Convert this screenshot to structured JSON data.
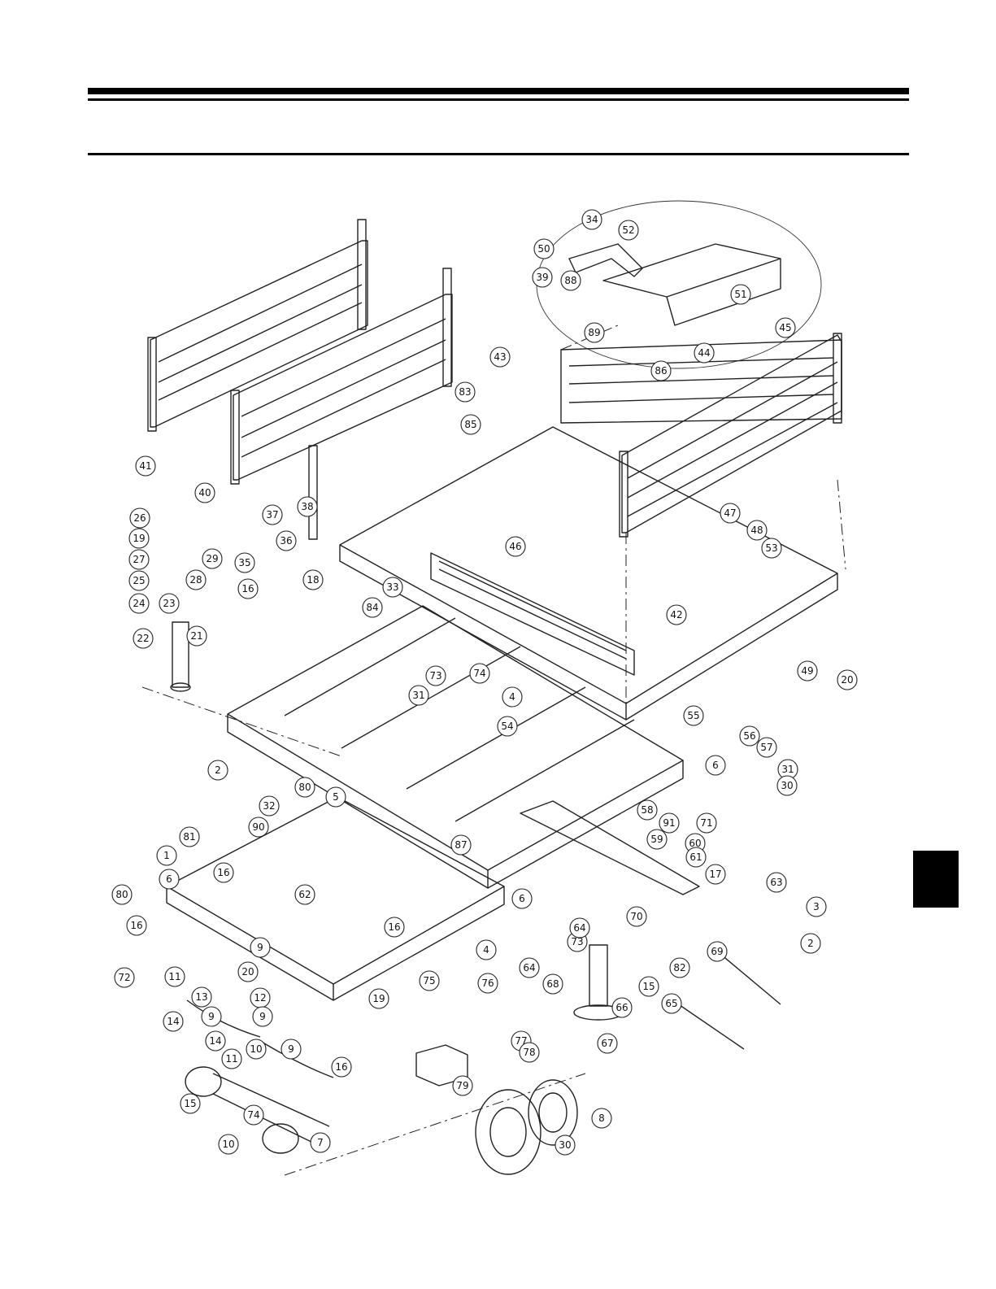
{
  "figure": {
    "description_kind": "exploded-parts-diagram",
    "callouts": [
      {
        "label": "34",
        "cx": 0,
        "cy": 0
      },
      {
        "label": "52"
      },
      {
        "label": "50"
      },
      {
        "label": "88"
      },
      {
        "label": "39"
      },
      {
        "label": "51"
      },
      {
        "label": "45"
      },
      {
        "label": "89"
      },
      {
        "label": "44"
      },
      {
        "label": "86"
      },
      {
        "label": "43"
      },
      {
        "label": "83"
      },
      {
        "label": "85"
      },
      {
        "label": "41"
      },
      {
        "label": "40"
      },
      {
        "label": "38"
      },
      {
        "label": "37"
      },
      {
        "label": "36"
      },
      {
        "label": "26"
      },
      {
        "label": "19"
      },
      {
        "label": "27"
      },
      {
        "label": "25"
      },
      {
        "label": "29"
      },
      {
        "label": "28"
      },
      {
        "label": "24"
      },
      {
        "label": "23"
      },
      {
        "label": "21"
      },
      {
        "label": "22"
      },
      {
        "label": "16"
      },
      {
        "label": "18"
      },
      {
        "label": "35"
      },
      {
        "label": "84"
      },
      {
        "label": "33"
      },
      {
        "label": "46"
      },
      {
        "label": "47"
      },
      {
        "label": "48"
      },
      {
        "label": "53"
      },
      {
        "label": "42"
      },
      {
        "label": "49"
      },
      {
        "label": "20"
      },
      {
        "label": "73"
      },
      {
        "label": "74"
      },
      {
        "label": "4"
      },
      {
        "label": "54"
      },
      {
        "label": "55"
      },
      {
        "label": "56"
      },
      {
        "label": "57"
      },
      {
        "label": "31"
      },
      {
        "label": "6"
      },
      {
        "label": "30"
      },
      {
        "label": "80"
      },
      {
        "label": "5"
      },
      {
        "label": "32"
      },
      {
        "label": "90"
      },
      {
        "label": "81"
      },
      {
        "label": "1"
      },
      {
        "label": "87"
      },
      {
        "label": "58"
      },
      {
        "label": "91"
      },
      {
        "label": "71"
      },
      {
        "label": "59"
      },
      {
        "label": "60"
      },
      {
        "label": "61"
      },
      {
        "label": "17"
      },
      {
        "label": "62"
      },
      {
        "label": "63"
      },
      {
        "label": "3"
      },
      {
        "label": "70"
      },
      {
        "label": "69"
      },
      {
        "label": "2"
      },
      {
        "label": "64"
      },
      {
        "label": "82"
      },
      {
        "label": "72"
      },
      {
        "label": "11"
      },
      {
        "label": "13"
      },
      {
        "label": "12"
      },
      {
        "label": "9"
      },
      {
        "label": "14"
      },
      {
        "label": "75"
      },
      {
        "label": "76"
      },
      {
        "label": "68"
      },
      {
        "label": "66"
      },
      {
        "label": "65"
      },
      {
        "label": "67"
      },
      {
        "label": "77"
      },
      {
        "label": "78"
      },
      {
        "label": "79"
      },
      {
        "label": "15"
      },
      {
        "label": "10"
      },
      {
        "label": "7"
      },
      {
        "label": "8"
      }
    ]
  }
}
